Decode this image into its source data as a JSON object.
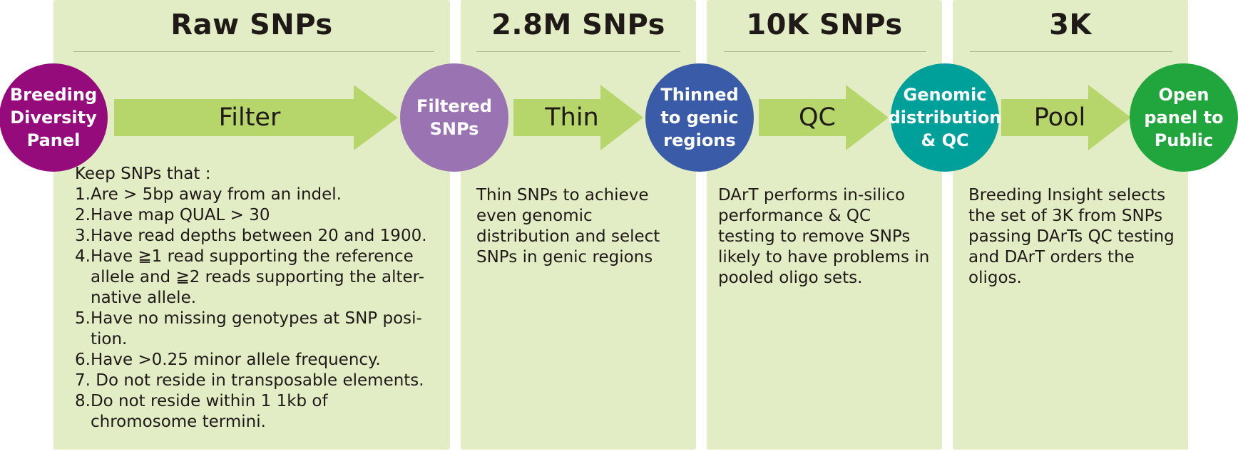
{
  "colors": {
    "panel_bg": "#e3edc5",
    "arrow": "#b6d56b",
    "node_breeding": "#960b7c",
    "node_filtered": "#9a73b2",
    "node_thinned": "#3a5ca8",
    "node_genomic": "#00a09a",
    "node_open": "#21a63d"
  },
  "panels": [
    {
      "title": "Raw SNPs",
      "intro": "Keep SNPs that :",
      "steps": [
        "1.Are > 5bp away from an indel.",
        "2.Have map QUAL > 30",
        "3.Have read depths between 20 and 1900.",
        "4.Have ≧1 read supporting the reference allele and ≧2 reads supporting the alter-native allele.",
        "5.Have no missing genotypes at SNP posi-tion.",
        "6.Have >0.25 minor allele frequency.",
        "7. Do not reside in transposable elements.",
        "8.Do not reside within 1 1kb of chromosome termini."
      ]
    },
    {
      "title": "2.8M SNPs",
      "text": "Thin SNPs to achieve even genomic distribution and select SNPs in genic regions"
    },
    {
      "title": "10K SNPs",
      "text": "DArT performs in-silico performance & QC testing to remove SNPs likely to have problems in pooled oligo sets."
    },
    {
      "title": "3K",
      "text": "Breeding Insight selects the set of 3K from SNPs passing DArTs QC testing and DArT orders the oligos."
    }
  ],
  "arrows": [
    "Filter",
    "Thin",
    "QC",
    "Pool"
  ],
  "nodes": [
    {
      "label": "Breeding\nDiversity\nPanel",
      "color": "#960b7c"
    },
    {
      "label": "Filtered\nSNPs",
      "color": "#9a73b2"
    },
    {
      "label": "Thinned\nto genic\nregions",
      "color": "#3a5ca8"
    },
    {
      "label": "Genomic\ndistribution\n& QC",
      "color": "#00a09a"
    },
    {
      "label": "Open\npanel to\nPublic",
      "color": "#21a63d"
    }
  ]
}
